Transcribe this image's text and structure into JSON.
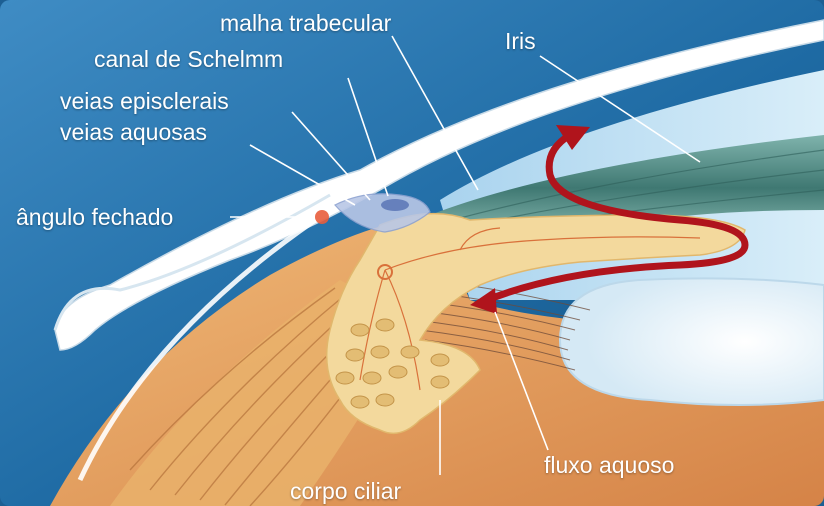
{
  "labels": {
    "trabecular_meshwork": "malha trabecular",
    "iris": "Iris",
    "schlemm_canal": "canal de Schelmm",
    "episcleral_veins": "veias episclerais",
    "aqueous_veins": "veias aquosas",
    "closed_angle": "ângulo fechado",
    "aqueous_flow": "fluxo aquoso",
    "ciliary_body": "corpo ciliar"
  },
  "colors": {
    "background": "#1c5f93",
    "cornea": "#ffffff",
    "iris": "#4f8a84",
    "ciliary_body": "#f2d79a",
    "flow_arrow": "#b0141c",
    "sclera": "#e7a466",
    "lens": "#eef6fb"
  }
}
